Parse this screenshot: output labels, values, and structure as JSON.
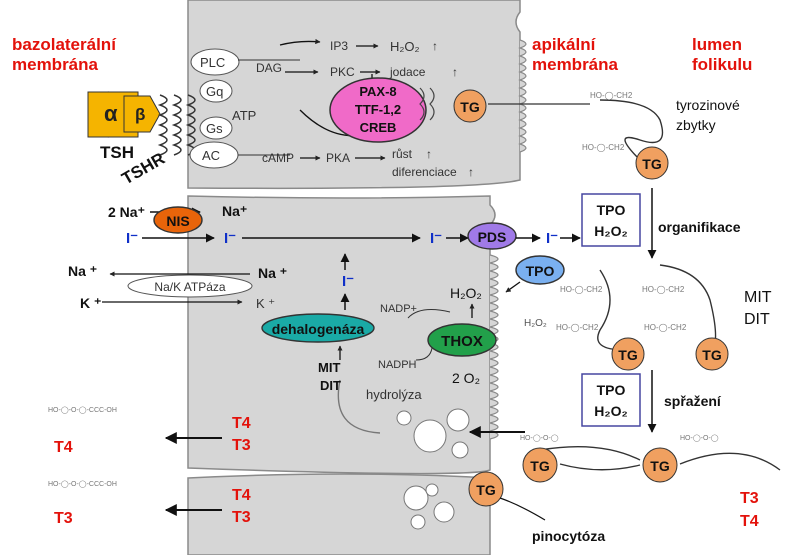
{
  "headers": {
    "basolateral_line1": "bazolaterální",
    "basolateral_line2": "membrána",
    "apical_line1": "apikální",
    "apical_line2": "membrána",
    "lumen_line1": "lumen",
    "lumen_line2": "folikulu"
  },
  "receptor": {
    "alpha": "α",
    "beta": "β",
    "tsh": "TSH",
    "tshr": "TSHR",
    "plc": "PLC",
    "gq": "Gq",
    "gs": "Gs",
    "ac": "AC",
    "atp": "ATP"
  },
  "signaling": {
    "dag": "DAG",
    "camp": "cAMP",
    "ip3": "IP3",
    "h2o2": "H₂O₂",
    "pkc": "PKC",
    "jodace": "jodace",
    "pka": "PKA",
    "rust": "růst",
    "diferenciace": "diferenciace",
    "up": "↑"
  },
  "transcription": {
    "line1": "PAX-8",
    "line2": "TTF-1,2",
    "line3": "CREB"
  },
  "transport": {
    "two_na": "2 Na⁺",
    "nis": "NIS",
    "na_plus": "Na⁺",
    "iodide": "I⁻",
    "pds": "PDS",
    "tpo": "TPO",
    "na_left": "Na ⁺",
    "k_left": "K ⁺",
    "atpase": "Na/K ATPáza",
    "na_right": "Na ⁺",
    "k_right": "K ⁺"
  },
  "enzymes": {
    "dehalogenase": "dehalogenáza",
    "thox": "THOX",
    "nadp_plus": "NADP+",
    "nadph": "NADPH",
    "h2o2": "H₂O₂",
    "h2o2_small": "H₂O₂",
    "two_o2": "2 O₂",
    "mit": "MIT",
    "dit": "DIT",
    "hydrolysis": "hydrolýza"
  },
  "lumen": {
    "tg": "TG",
    "tyrosine_1": "tyrozinové",
    "tyrosine_2": "zbytky",
    "tpo_box": "TPO",
    "h2o2_box": "H₂O₂",
    "organification": "organifikace",
    "mit": "MIT",
    "dit": "DIT",
    "coupling": "spřažení",
    "t3": "T3",
    "t4": "T4",
    "pinocytosis": "pinocytóza"
  },
  "outputs": {
    "t4": "T4",
    "t3": "T3"
  },
  "colors": {
    "header_red": "#e3120b",
    "cell_gray": "#d6d6d6",
    "tsh_orange": "#f5b400",
    "tg_orange": "#f0a060",
    "nis_orange": "#e8640a",
    "pax_pink": "#f06ac8",
    "pds_purple": "#a07ae8",
    "tpo_blue": "#7ab0f0",
    "dehal_teal": "#1aaaa6",
    "thox_green": "#22a04a",
    "iodide_blue": "#1030c8"
  }
}
